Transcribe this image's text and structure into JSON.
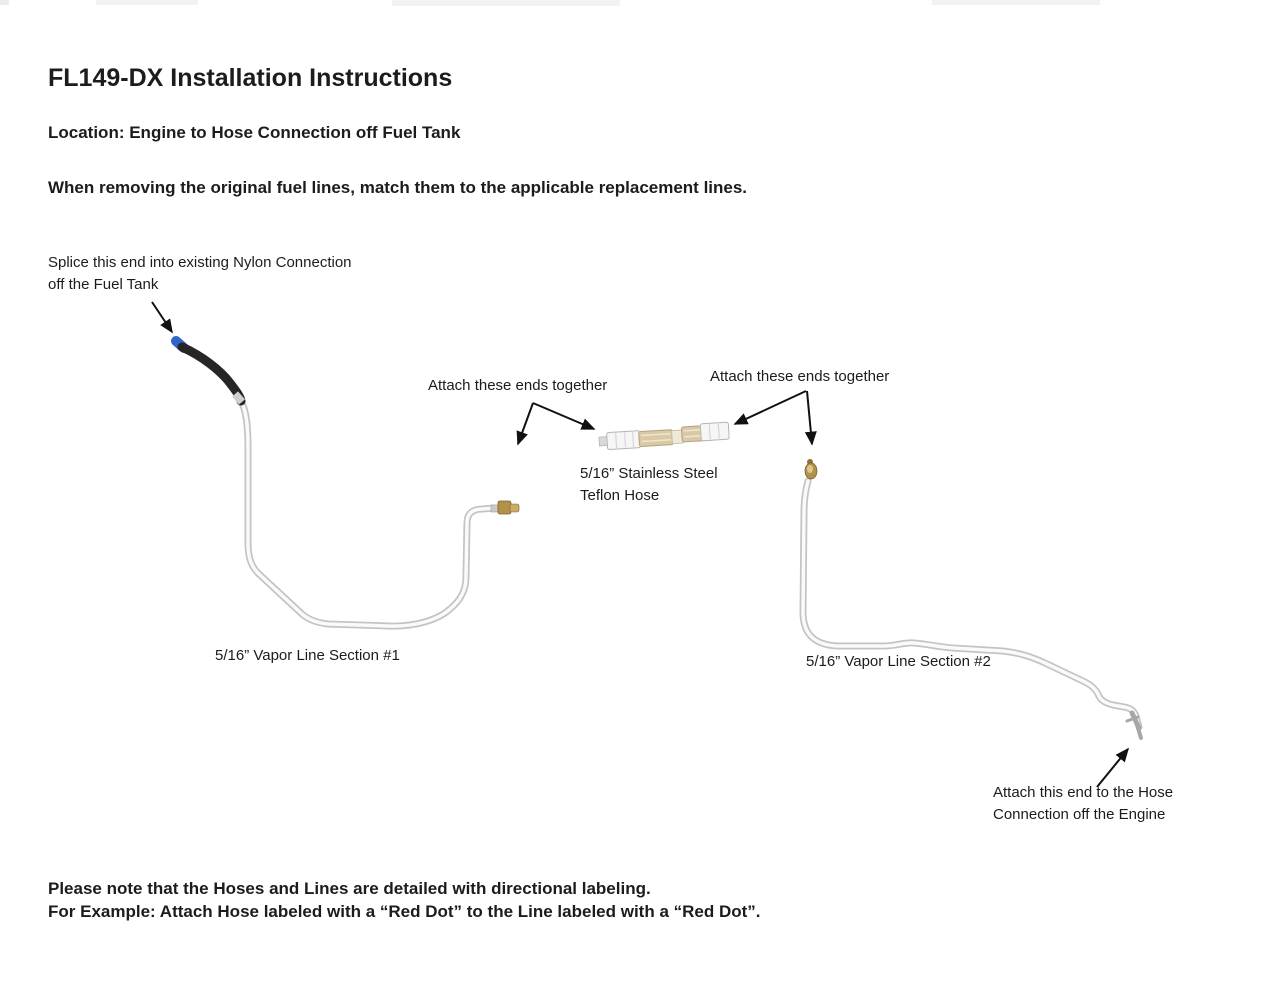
{
  "colors": {
    "text": "#1c1c1c",
    "tube_outline": "#c4c4c4",
    "tube_core": "#fafafa",
    "hose_black": "#262626",
    "connector_blue": "#2f64c8",
    "brass": "#b2914d",
    "brass_dark": "#7d622c",
    "braid_tan": "#d9c9a6",
    "fitting_white": "#f6f6f6",
    "fitting_outline": "#b5b5b5",
    "arrow_black": "#111111"
  },
  "header": {
    "title": "FL149-DX Installation Instructions",
    "location": "Location: Engine to Hose Connection off Fuel Tank",
    "note": "When removing the original fuel lines, match them to the applicable replacement lines."
  },
  "diagram": {
    "splice_label": {
      "line1": "Splice this end into existing Nylon Connection",
      "line2": "off the Fuel Tank"
    },
    "attach_left_label": "Attach these ends together",
    "attach_right_label": "Attach these ends together",
    "teflon_hose_label": {
      "line1": "5/16” Stainless Steel",
      "line2": "Teflon Hose"
    },
    "vapor_line_1_label": "5/16” Vapor Line Section #1",
    "vapor_line_2_label": "5/16” Vapor Line Section #2",
    "engine_label": {
      "line1": "Attach this end to the Hose",
      "line2": "Connection off the Engine"
    }
  },
  "footer": {
    "line1": "Please note that the Hoses and Lines are detailed with directional labeling.",
    "line2": "For Example: Attach Hose labeled with a “Red Dot” to the Line labeled with a “Red Dot”."
  }
}
